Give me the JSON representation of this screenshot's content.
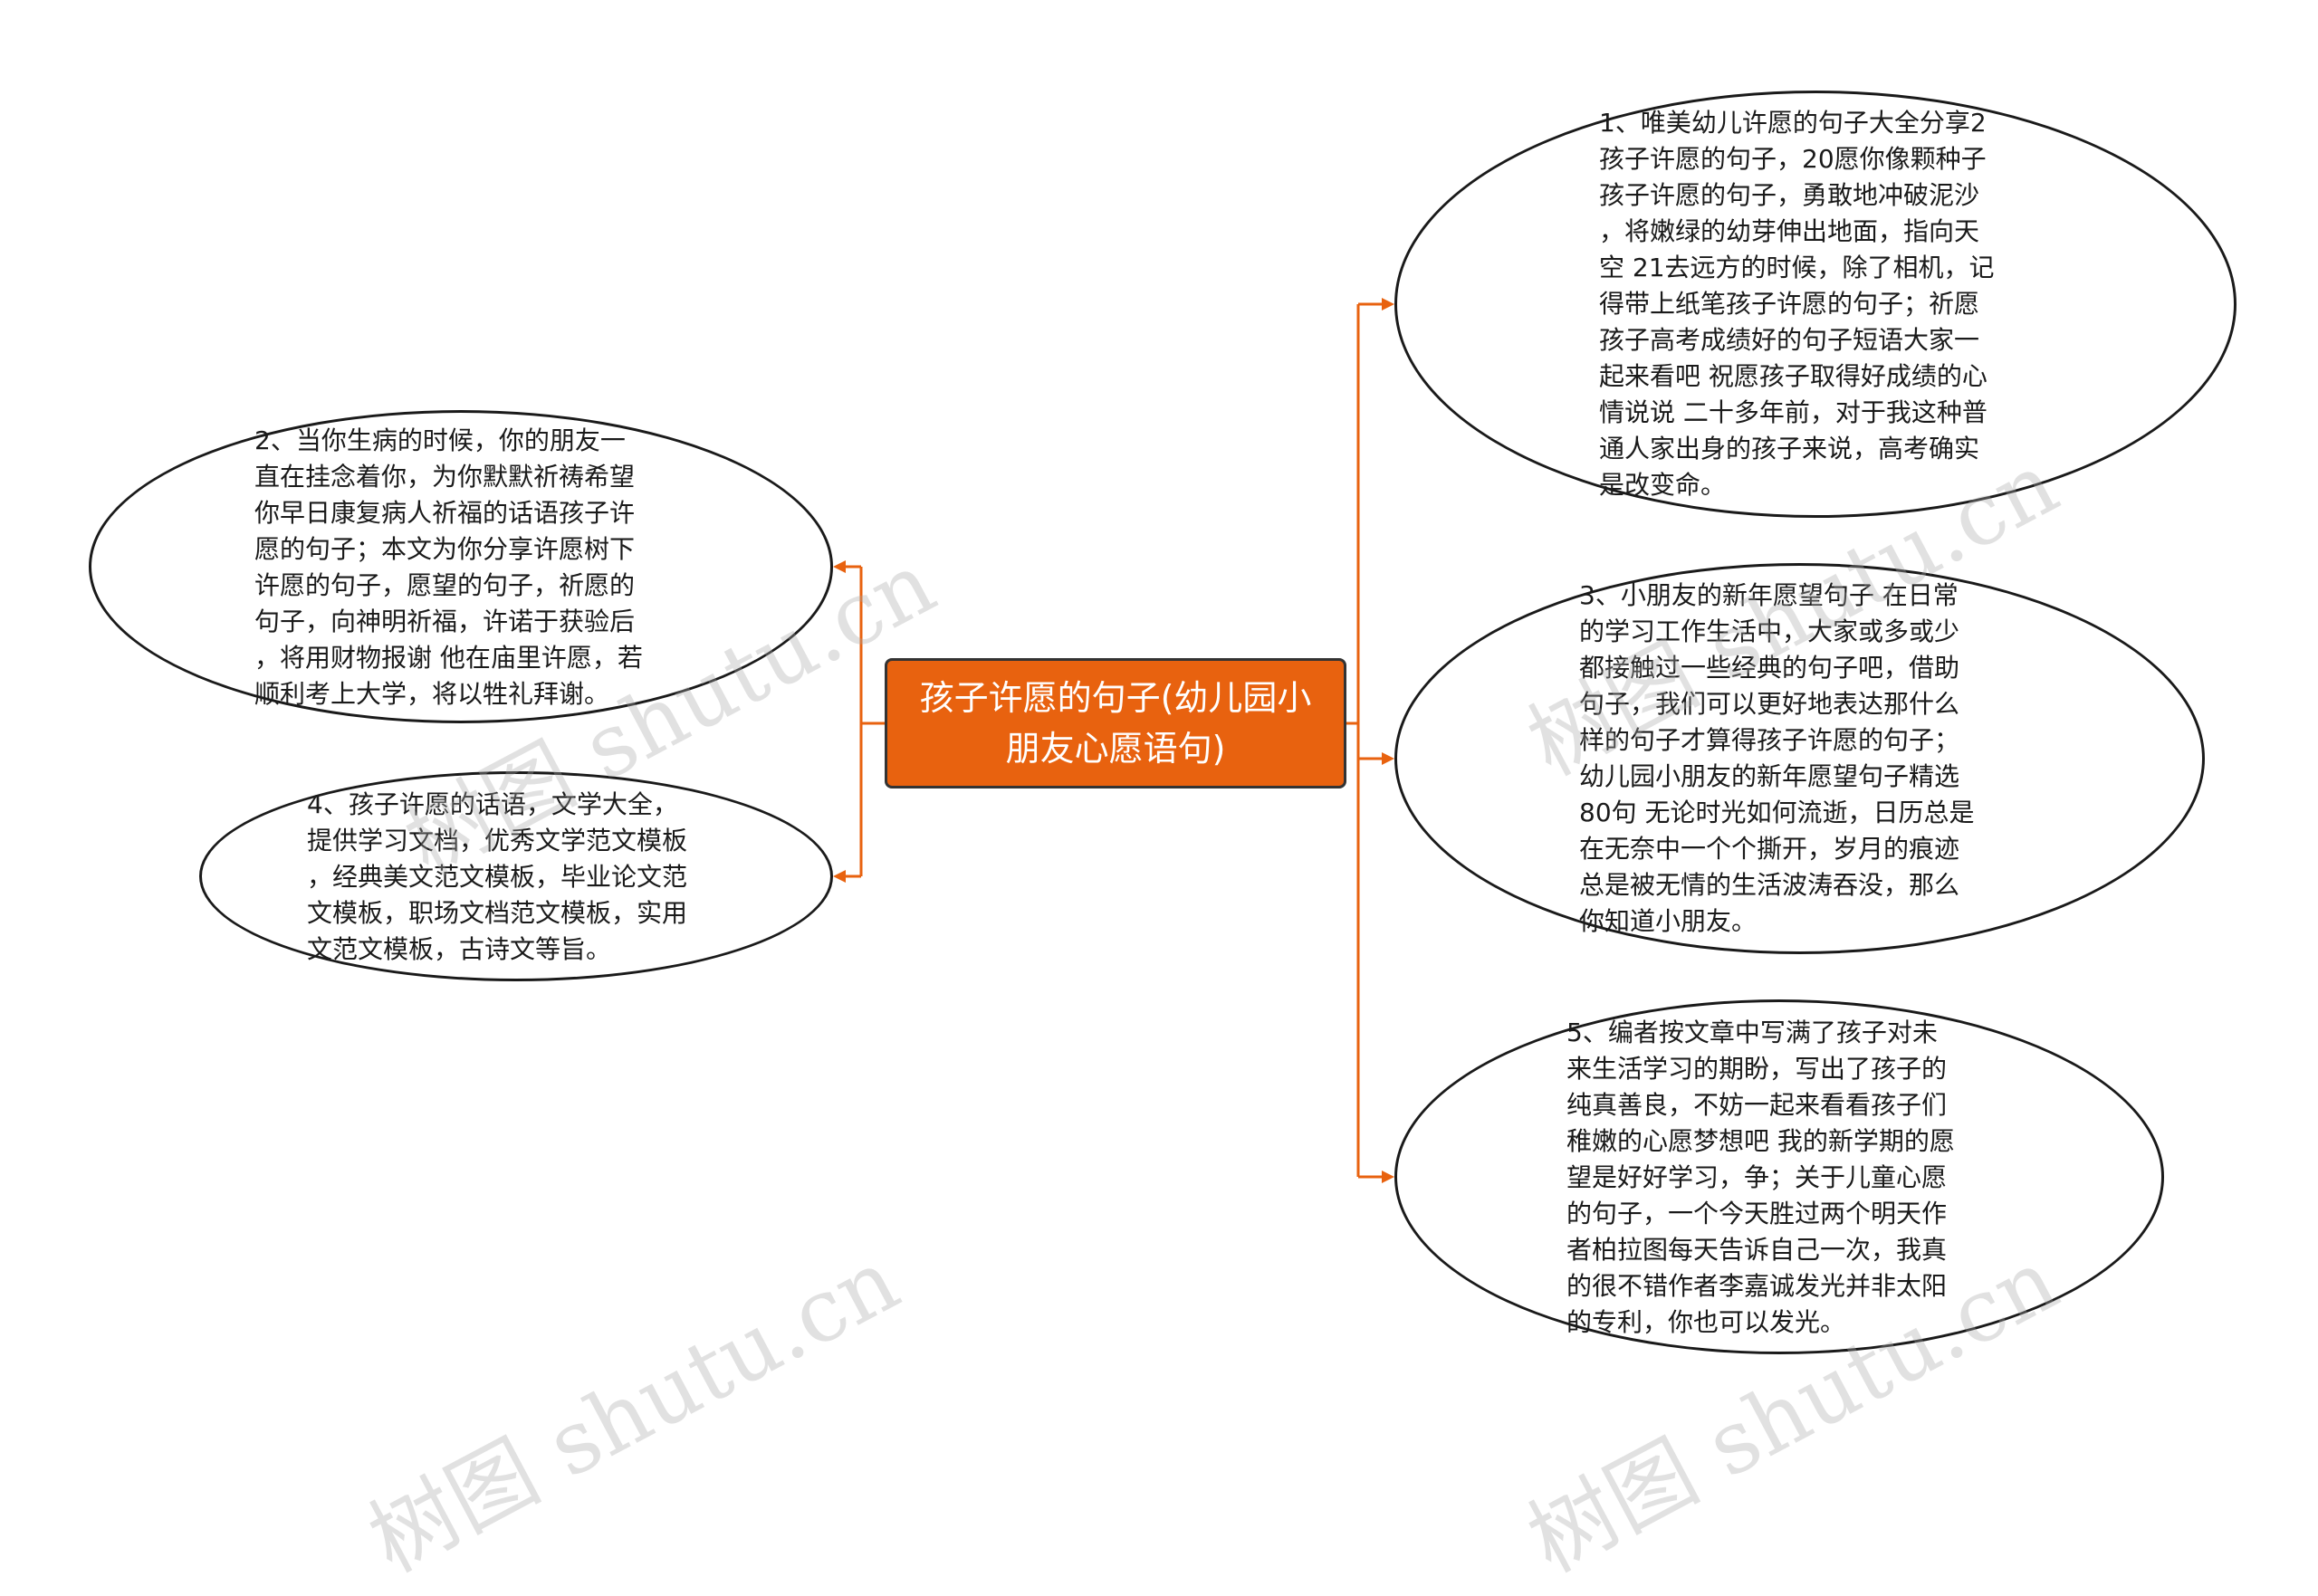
{
  "root": {
    "label": "孩子许愿的句子(幼儿园小\n朋友心愿语句)"
  },
  "nodes": {
    "n1": {
      "text": "1、唯美幼儿许愿的句子大全分享2\n孩子许愿的句子，20愿你像颗种子\n孩子许愿的句子，勇敢地冲破泥沙\n，将嫩绿的幼芽伸出地面，指向天\n空 21去远方的时候，除了相机，记\n得带上纸笔孩子许愿的句子；祈愿\n孩子高考成绩好的句子短语大家一\n起来看吧 祝愿孩子取得好成绩的心\n情说说 二十多年前，对于我这种普\n通人家出身的孩子来说，高考确实\n是改变命。"
    },
    "n2": {
      "text": "2、当你生病的时候，你的朋友一\n直在挂念着你，为你默默祈祷希望\n你早日康复病人祈福的话语孩子许\n愿的句子；本文为你分享许愿树下\n许愿的句子，愿望的句子，祈愿的\n句子，向神明祈福，许诺于获验后\n，将用财物报谢 他在庙里许愿，若\n顺利考上大学，将以牲礼拜谢。"
    },
    "n3": {
      "text": "3、小朋友的新年愿望句子 在日常\n的学习工作生活中，大家或多或少\n都接触过一些经典的句子吧，借助\n句子，我们可以更好地表达那什么\n样的句子才算得孩子许愿的句子；\n幼儿园小朋友的新年愿望句子精选\n80句 无论时光如何流逝，日历总是\n在无奈中一个个撕开，岁月的痕迹\n总是被无情的生活波涛吞没，那么\n你知道小朋友。"
    },
    "n4": {
      "text": "4、孩子许愿的话语，文学大全，\n提供学习文档，优秀文学范文模板\n，经典美文范文模板，毕业论文范\n文模板，职场文档范文模板，实用\n文范文模板，古诗文等旨。"
    },
    "n5": {
      "text": "5、编者按文章中写满了孩子对未\n来生活学习的期盼，写出了孩子的\n纯真善良，不妨一起来看看孩子们\n稚嫩的心愿梦想吧 我的新学期的愿\n望是好好学习，争；关于儿童心愿\n的句子，一个今天胜过两个明天作\n者柏拉图每天告诉自己一次，我真\n的很不错作者李嘉诚发光并非太阳\n的专利，你也可以发光。"
    }
  },
  "watermarks": [
    "树图 shutu.cn",
    "树图 shutu.cn",
    "树图 shutu.cn",
    "树图 shutu.cn"
  ],
  "colors": {
    "root_fill": "#e8620f",
    "connector": "#e8620f",
    "node_border": "#1a1a1a"
  }
}
